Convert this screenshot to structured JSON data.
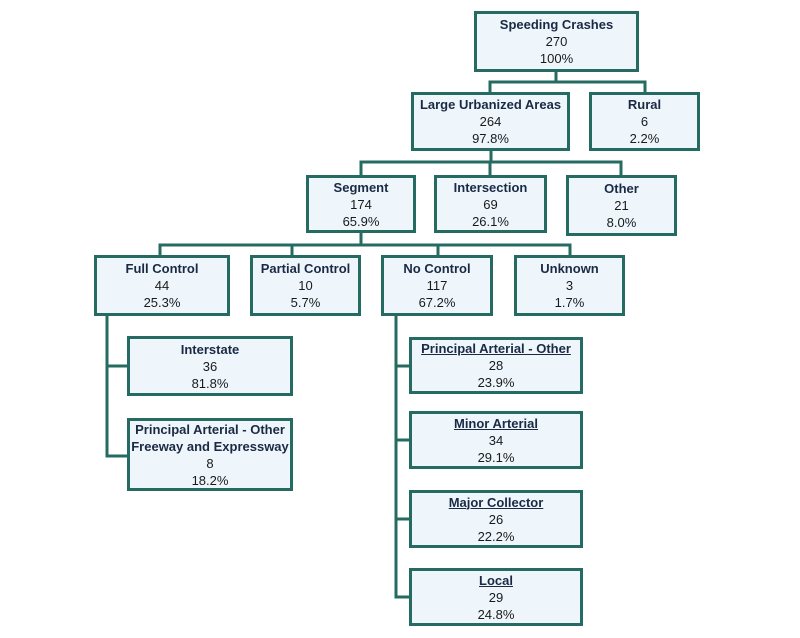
{
  "colors": {
    "border": "#256b62",
    "fill": "#eef6fc",
    "title": "#1b2a44",
    "text": "#1a1a1a"
  },
  "nodes": {
    "root": {
      "title": "Speeding Crashes",
      "count": "270",
      "pct": "100%"
    },
    "urban": {
      "title": "Large Urbanized Areas",
      "count": "264",
      "pct": "97.8%"
    },
    "rural": {
      "title": "Rural",
      "count": "6",
      "pct": "2.2%"
    },
    "segment": {
      "title": "Segment",
      "count": "174",
      "pct": "65.9%"
    },
    "intersection": {
      "title": "Intersection",
      "count": "69",
      "pct": "26.1%"
    },
    "other": {
      "title": "Other",
      "count": "21",
      "pct": "8.0%"
    },
    "full_control": {
      "title": "Full Control",
      "count": "44",
      "pct": "25.3%"
    },
    "partial_control": {
      "title": "Partial Control",
      "count": "10",
      "pct": "5.7%"
    },
    "no_control": {
      "title": "No Control",
      "count": "117",
      "pct": "67.2%"
    },
    "unknown": {
      "title": "Unknown",
      "count": "3",
      "pct": "1.7%"
    },
    "interstate": {
      "title": "Interstate",
      "count": "36",
      "pct": "81.8%"
    },
    "pa_freeway": {
      "title_line1": "Principal Arterial - Other",
      "title_line2": "Freeway and Expressway",
      "count": "8",
      "pct": "18.2%"
    },
    "pa_other": {
      "title": "Principal Arterial - Other",
      "count": "28",
      "pct": "23.9%"
    },
    "minor_arterial": {
      "title": "Minor Arterial",
      "count": "34",
      "pct": "29.1%"
    },
    "major_collector": {
      "title": "Major Collector",
      "count": "26",
      "pct": "22.2%"
    },
    "local": {
      "title": "Local",
      "count": "29",
      "pct": "24.8%"
    }
  }
}
